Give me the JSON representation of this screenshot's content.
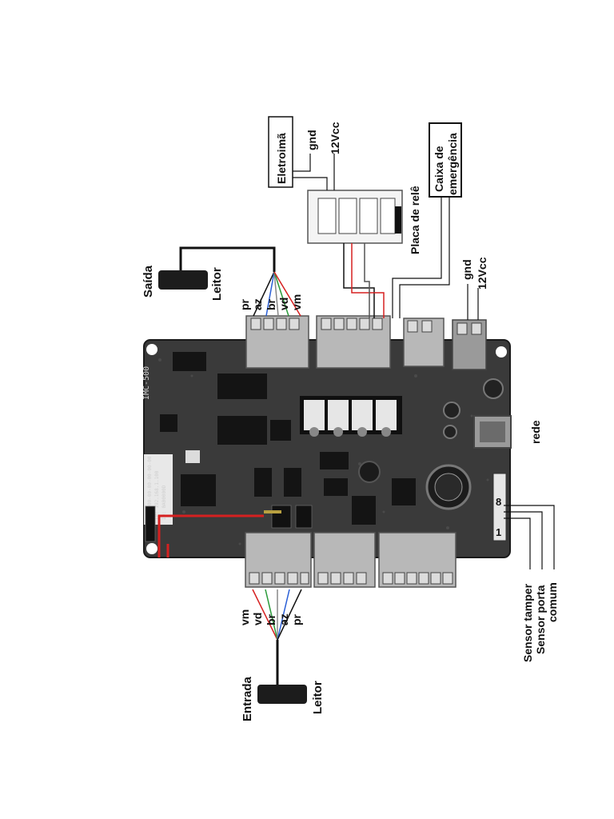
{
  "labels": {
    "eletroima": "Eletroimã",
    "gnd_top": "gnd",
    "vcc_top": "12Vcc",
    "caixa_line1": "Caixa de",
    "caixa_line2": "emergência",
    "placa_rele": "Placa de relê",
    "gnd_right": "gnd",
    "vcc_right": "12Vcc",
    "saida": "Saída",
    "leitor_top": "Leitor",
    "rede": "rede",
    "entrada": "Entrada",
    "leitor_bottom": "Leitor",
    "sensor_tamper": "Sensor tamper",
    "sensor_porta": "Sensor porta",
    "comum": "comum",
    "pin_1": "1",
    "pin_8": "8"
  },
  "wires_top": [
    "pr",
    "az",
    "br",
    "vd",
    "vm"
  ],
  "wires_bottom": [
    "vm",
    "vd",
    "br",
    "az",
    "pr"
  ],
  "board": {
    "model": "IMC-500",
    "info": [
      "MAC: 00-00-00-00-00-00",
      "IP: 192.168.1.100",
      "ID: 0A00000D"
    ]
  },
  "colors": {
    "board": "#3a3a3a",
    "terminal": "#b8b8b8",
    "accent_red": "#d62020"
  }
}
